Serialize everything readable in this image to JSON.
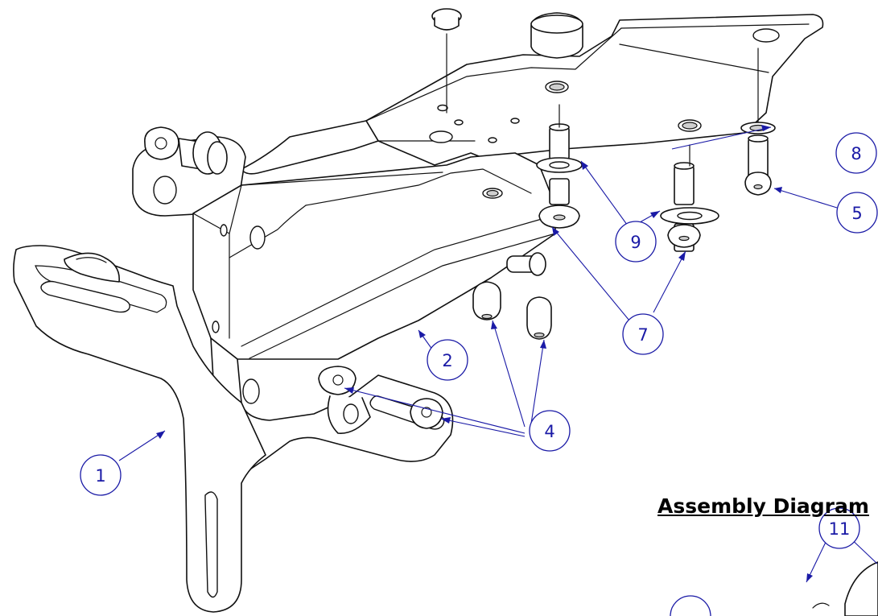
{
  "title": "Assembly Diagram",
  "balloons": [
    {
      "label": "1"
    },
    {
      "label": "2"
    },
    {
      "label": "4"
    },
    {
      "label": "5"
    },
    {
      "label": "7"
    },
    {
      "label": "8"
    },
    {
      "label": "9"
    },
    {
      "label": "11"
    },
    {
      "label": ""
    }
  ],
  "colors": {
    "line": "#111111",
    "callout": "#1a1aa6",
    "background": "#ffffff"
  }
}
